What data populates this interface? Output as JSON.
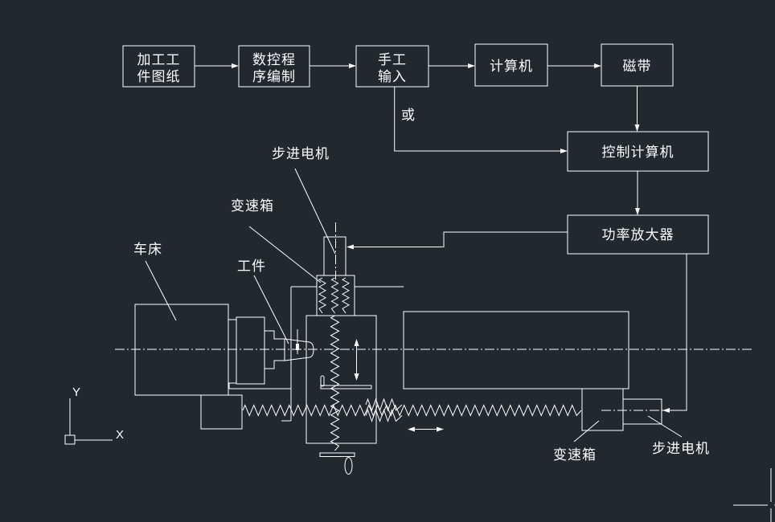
{
  "app": {
    "canvas_background": "#212830",
    "line_color": "#ffffff"
  },
  "flowchart": {
    "process_drawing": {
      "line1": "加工工",
      "line2": "件图纸"
    },
    "nc_programming": {
      "line1": "数控程",
      "line2": "序编制"
    },
    "manual_input": {
      "line1": "手工",
      "line2": "输入"
    },
    "computer": {
      "label": "计算机"
    },
    "tape": {
      "label": "磁带"
    },
    "control_computer": {
      "label": "控制计算机"
    },
    "power_amplifier": {
      "label": "功率放大器"
    },
    "or_label": "或"
  },
  "machine": {
    "stepper_motor_top_label": "步进电机",
    "gearbox_top_label": "变速箱",
    "lathe_label": "车床",
    "workpiece_label": "工件",
    "gearbox_bottom_label": "变速箱",
    "stepper_motor_bottom_label": "步进电机"
  },
  "ucs": {
    "y_label": "Y",
    "x_label": "X"
  }
}
